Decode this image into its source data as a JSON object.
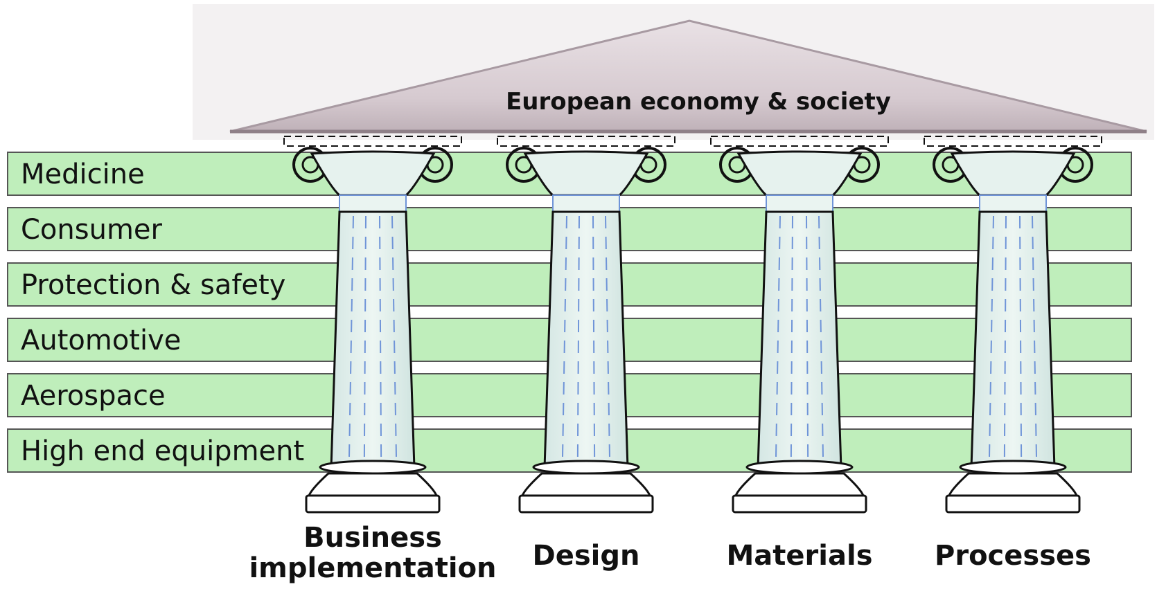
{
  "roof": {
    "title": "European economy & society"
  },
  "sectors": [
    {
      "label": "Medicine"
    },
    {
      "label": "Consumer"
    },
    {
      "label": "Protection & safety"
    },
    {
      "label": "Automotive"
    },
    {
      "label": "Aerospace"
    },
    {
      "label": "High end equipment"
    }
  ],
  "pillars": [
    {
      "lines": [
        "Business",
        "implementation"
      ]
    },
    {
      "lines": [
        "Design"
      ]
    },
    {
      "lines": [
        "Materials"
      ]
    },
    {
      "lines": [
        "Processes"
      ]
    }
  ],
  "colors": {
    "band_fill": "#bfeebb",
    "band_stroke": "#555555",
    "roof_fill": "#dcd0d6",
    "column_fill": "#e2f1ec",
    "column_stroke": "#111111",
    "column_flute": "#6f94d8"
  }
}
